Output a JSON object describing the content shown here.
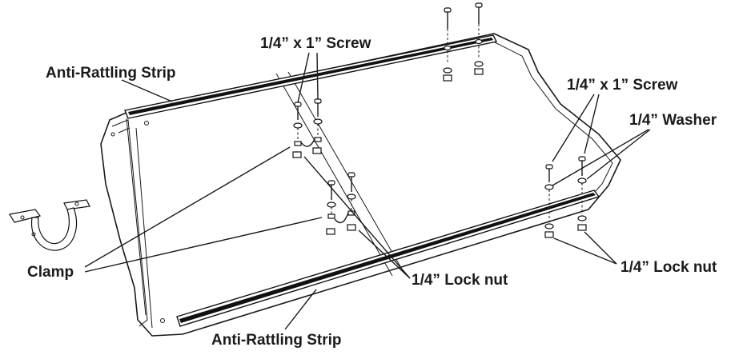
{
  "labels": {
    "screw_top": "1/4” x 1” Screw",
    "screw_right": "1/4” x 1” Screw",
    "washer_right": "1/4” Washer",
    "strip_top": "Anti-Rattling Strip",
    "strip_bottom": "Anti-Rattling Strip",
    "clamp": "Clamp",
    "locknut_center": "1/4” Lock nut",
    "locknut_right": "1/4” Lock nut"
  },
  "colors": {
    "line": "#1a1a1a",
    "background": "#ffffff",
    "strip": "#111111"
  },
  "icons": [
    "clamp-icon",
    "screw-icon",
    "washer-icon",
    "lock-nut-icon"
  ]
}
